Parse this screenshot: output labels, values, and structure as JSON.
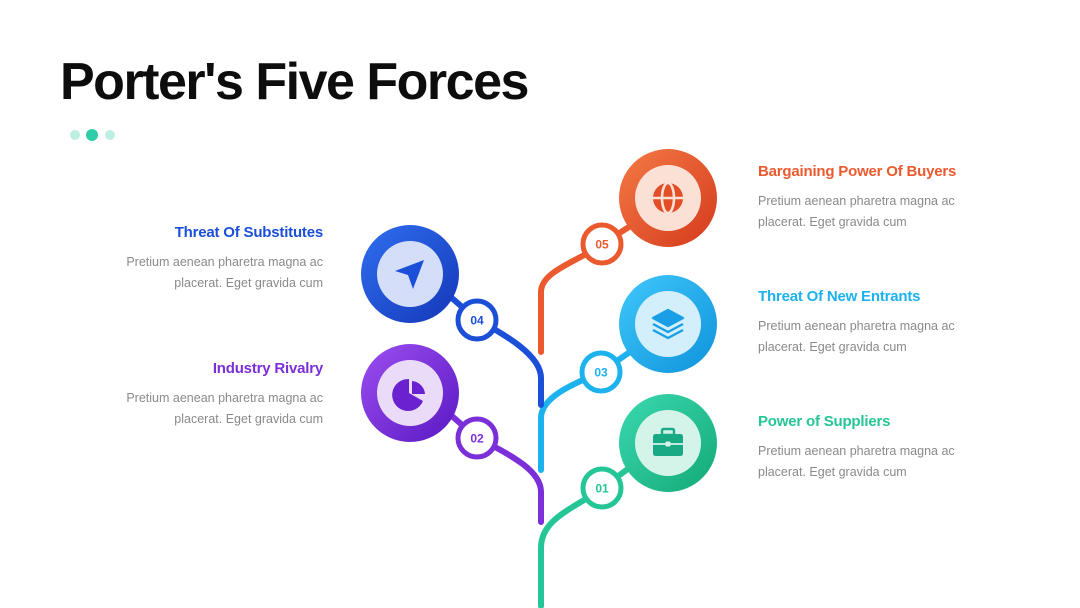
{
  "title": "Porter's Five Forces",
  "forces": [
    {
      "number": "01",
      "heading": "Power of Suppliers",
      "description": "Pretium aenean pharetra magna ac placerat. Eget gravida cum",
      "icon": "briefcase-icon",
      "color": "#24c596",
      "color_light": "#d4f4ea"
    },
    {
      "number": "02",
      "heading": "Industry Rivalry",
      "description": "Pretium aenean pharetra magna ac placerat. Eget gravida cum",
      "icon": "pie-chart-icon",
      "color": "#7b2fd8",
      "color_light": "#eadbf8"
    },
    {
      "number": "03",
      "heading": "Threat Of New Entrants",
      "description": "Pretium aenean pharetra magna ac placerat. Eget gravida cum",
      "icon": "layers-icon",
      "color": "#1cb2ee",
      "color_light": "#d3effc"
    },
    {
      "number": "04",
      "heading": "Threat Of Substitutes",
      "description": "Pretium aenean pharetra magna ac placerat. Eget gravida cum",
      "icon": "navigation-arrow-icon",
      "color": "#1c4fd8",
      "color_light": "#d4def9"
    },
    {
      "number": "05",
      "heading": "Bargaining Power Of Buyers",
      "description": "Pretium aenean pharetra magna ac placerat. Eget gravida cum",
      "icon": "globe-icon",
      "color": "#ea5a2e",
      "color_light": "#fbe0d6"
    }
  ]
}
